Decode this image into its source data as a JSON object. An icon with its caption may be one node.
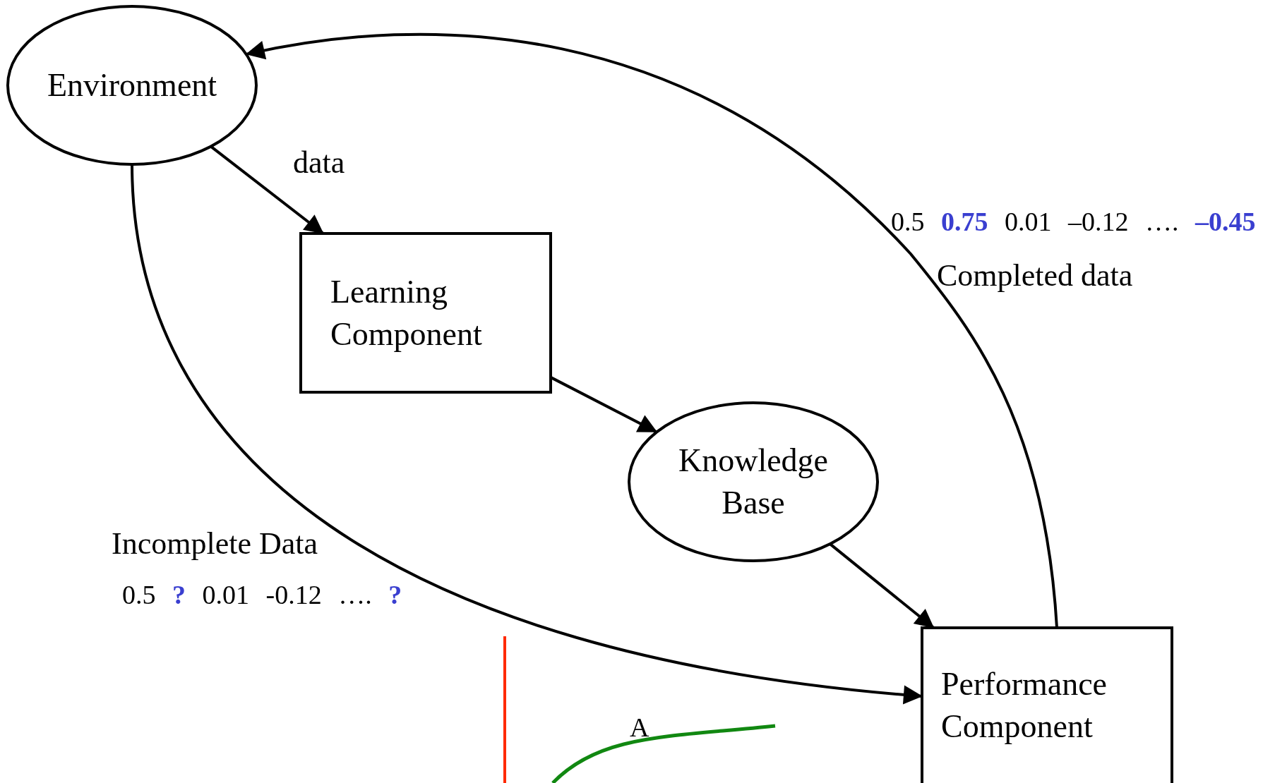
{
  "diagram": {
    "nodes": [
      {
        "text": [
          "Environment"
        ]
      },
      {
        "text": [
          "Learning Component"
        ]
      },
      {
        "text": [
          "Knowledge Base"
        ]
      },
      {
        "text": [
          "Performance Component"
        ]
      }
    ],
    "edges": [
      {
        "from": 0,
        "to": 1,
        "arrow": "to",
        "label": "data"
      },
      {
        "from": 1,
        "to": 2,
        "arrow": "to"
      },
      {
        "from": 2,
        "to": 3,
        "arrow": "to"
      },
      {
        "from": 0,
        "to": 3,
        "arrow": "to"
      },
      {
        "from": 3,
        "to": 0,
        "arrow": "to"
      }
    ],
    "labels": [
      "0.5 **0.75** 0.01 –0.12 …. **–0.45**",
      "Completed data",
      "Incomplete Data",
      "0.5 **?** 0.01 -0.12 …. **?**",
      "A"
    ]
  }
}
